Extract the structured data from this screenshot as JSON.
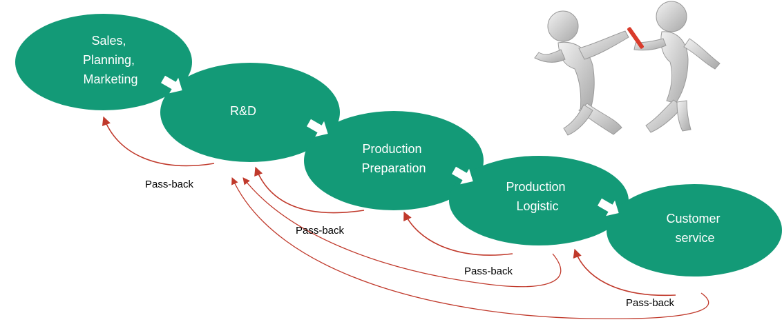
{
  "stages": [
    {
      "lines": [
        "Sales,",
        "Planning,",
        "Marketing"
      ]
    },
    {
      "lines": [
        "R&D"
      ]
    },
    {
      "lines": [
        "Production",
        "Preparation"
      ]
    },
    {
      "lines": [
        "Production",
        "Logistic"
      ]
    },
    {
      "lines": [
        "Customer",
        "service"
      ]
    }
  ],
  "passback_label": "Pass-back",
  "colors": {
    "stage_fill": "#139a77",
    "stage_text": "#ffffff",
    "forward_arrow": "#ffffff",
    "passback_line": "#c0392b",
    "passback_label": "#000000"
  },
  "illustration": "two-figures-passing-relay-baton"
}
